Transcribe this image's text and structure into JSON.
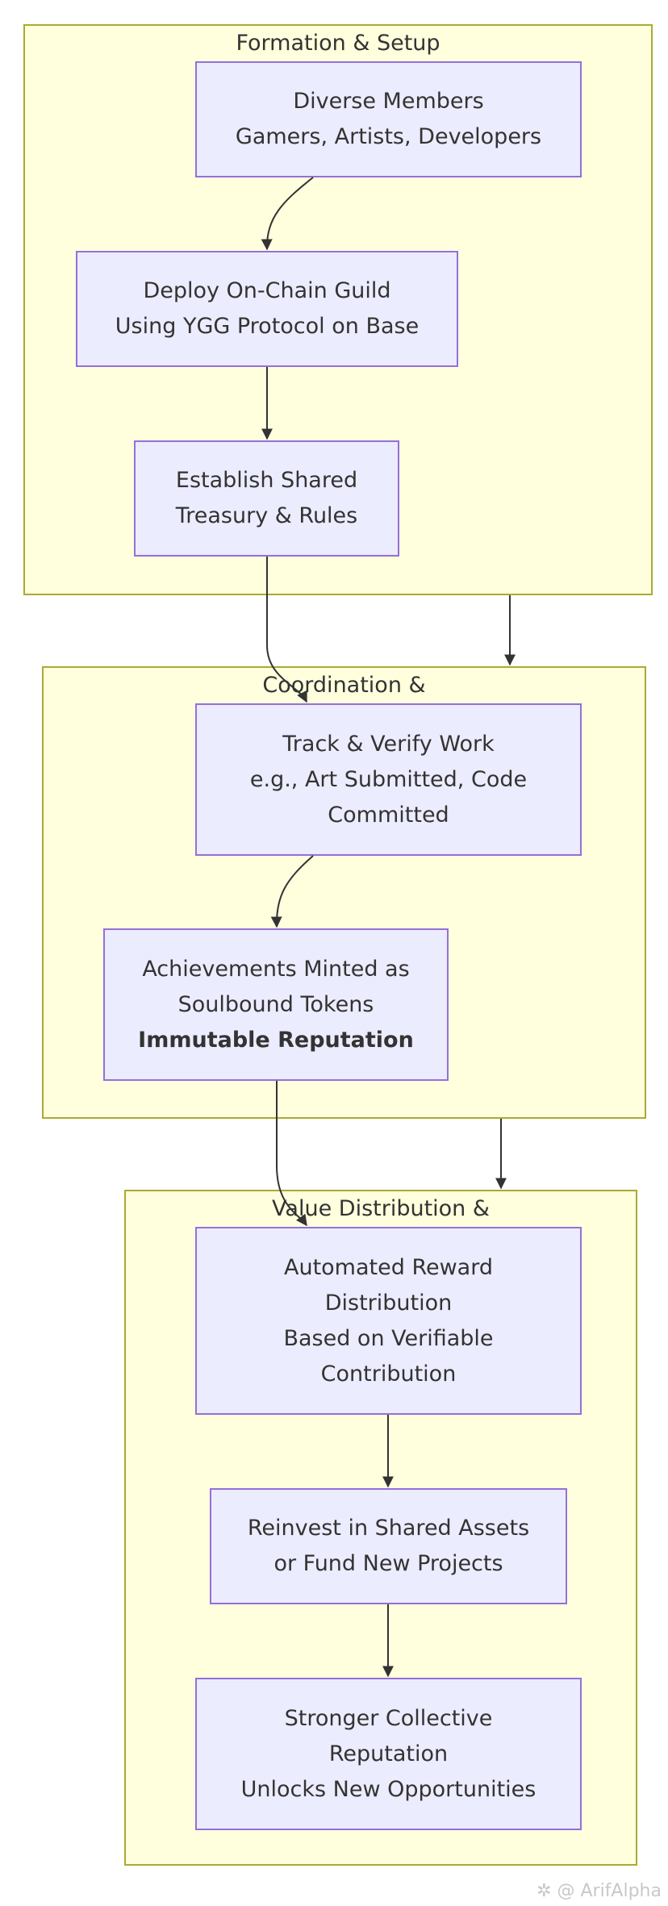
{
  "clusters": {
    "formation": {
      "title": "Formation & Setup"
    },
    "coordination": {
      "title": "Coordination &"
    },
    "distribution": {
      "title": "Value Distribution &"
    }
  },
  "nodes": {
    "members": {
      "line1": "Diverse Members",
      "line2": "Gamers, Artists, Developers"
    },
    "deploy": {
      "line1": "Deploy On-Chain Guild",
      "line2": "Using YGG Protocol on Base"
    },
    "treasury": {
      "line1": "Establish Shared",
      "line2": "Treasury & Rules"
    },
    "track": {
      "line1": "Track & Verify Work",
      "line2": "e.g., Art Submitted, Code",
      "line3": "Committed"
    },
    "achievements": {
      "line1": "Achievements Minted as",
      "line2": "Soulbound Tokens",
      "line3": "Immutable Reputation"
    },
    "reward": {
      "line1": "Automated Reward",
      "line2": "Distribution",
      "line3": "Based on Verifiable",
      "line4": "Contribution"
    },
    "reinvest": {
      "line1": "Reinvest in Shared Assets",
      "line2": "or Fund New Projects"
    },
    "stronger": {
      "line1": "Stronger Collective",
      "line2": "Reputation",
      "line3": "Unlocks New Opportunities"
    }
  },
  "colors": {
    "cluster_fill": "#ffffde",
    "cluster_border": "#aaaa33",
    "node_fill": "#ececff",
    "node_border": "#9370db",
    "edge": "#333333",
    "text": "#333333"
  },
  "watermark": "✲ @ ArifAlpha"
}
